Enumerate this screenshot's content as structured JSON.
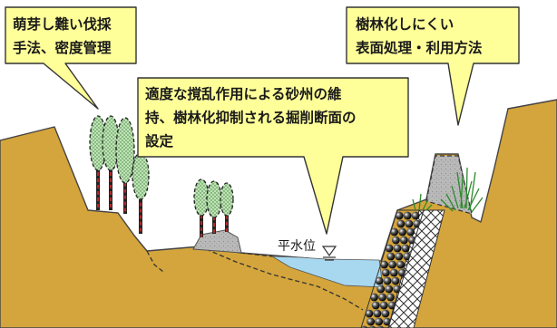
{
  "callouts": {
    "left": {
      "lines": [
        "萌芽し難い伐採",
        "手法、密度管理"
      ]
    },
    "center": {
      "lines": [
        "適度な撹乱作用による砂州の維",
        "持、樹林化抑制される掘削断面の",
        "設定"
      ]
    },
    "right": {
      "lines": [
        "樹林化しにくい",
        "表面処理・利用方法"
      ]
    }
  },
  "water_level_label": "平水位",
  "colors": {
    "ground": "#d4a53c",
    "callout_fill": "#ffff99",
    "water": "#a8d8f0",
    "gravel": "#b7b7b7",
    "tree_crown": "#b7e0b0",
    "tree_trunk": "#8b2020"
  }
}
